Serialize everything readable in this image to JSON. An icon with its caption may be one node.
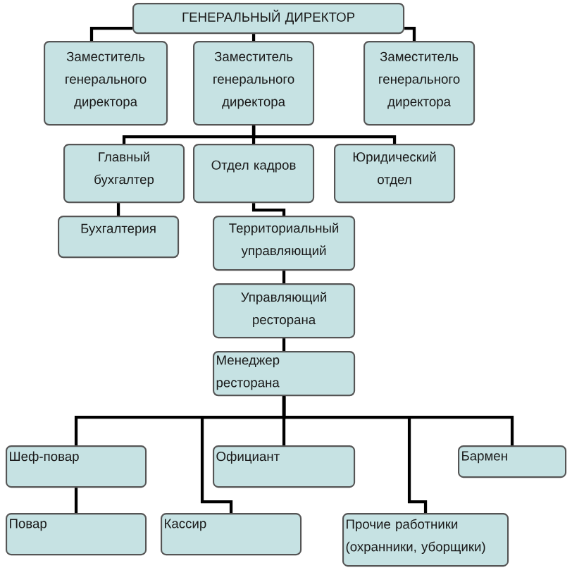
{
  "diagram": {
    "nodes": [
      {
        "text": [
          "ГЕНЕРАЛЬНЫЙ ДИРЕКТОР"
        ]
      },
      {
        "text": [
          "Заместитель генерального директора"
        ]
      },
      {
        "text": [
          "Заместитель генерального директора"
        ]
      },
      {
        "text": [
          "Заместитель генерального директора"
        ]
      },
      {
        "text": [
          "Главный бухгалтер"
        ]
      },
      {
        "text": [
          "Отдел кадров"
        ]
      },
      {
        "text": [
          "Юридический отдел"
        ]
      },
      {
        "text": [
          "Бухгалтерия"
        ]
      },
      {
        "text": [
          "Территориальный управляющий"
        ]
      },
      {
        "text": [
          "Управляющий ресторана"
        ]
      },
      {
        "text": [
          "Менеджер ресторана"
        ]
      },
      {
        "text": [
          "Шеф-повар"
        ]
      },
      {
        "text": [
          "Официант"
        ]
      },
      {
        "text": [
          "Бармен"
        ]
      },
      {
        "text": [
          "Повар"
        ]
      },
      {
        "text": [
          "Кассир"
        ]
      },
      {
        "text": [
          "Прочие работники (охранники, уборщики)"
        ]
      }
    ],
    "edges": [
      {
        "from": 0,
        "to": 1,
        "arrow": "none"
      },
      {
        "from": 0,
        "to": 2,
        "arrow": "none"
      },
      {
        "from": 0,
        "to": 3,
        "arrow": "none"
      },
      {
        "from": 2,
        "to": 4,
        "arrow": "none"
      },
      {
        "from": 2,
        "to": 5,
        "arrow": "none"
      },
      {
        "from": 2,
        "to": 6,
        "arrow": "none"
      },
      {
        "from": 4,
        "to": 7,
        "arrow": "none"
      },
      {
        "from": 5,
        "to": 8,
        "arrow": "none"
      },
      {
        "from": 8,
        "to": 9,
        "arrow": "none"
      },
      {
        "from": 9,
        "to": 10,
        "arrow": "none"
      },
      {
        "from": 10,
        "to": 11,
        "arrow": "none"
      },
      {
        "from": 10,
        "to": 12,
        "arrow": "none"
      },
      {
        "from": 10,
        "to": 13,
        "arrow": "none"
      },
      {
        "from": 10,
        "to": 15,
        "arrow": "none"
      },
      {
        "from": 10,
        "to": 16,
        "arrow": "none"
      },
      {
        "from": 11,
        "to": 14,
        "arrow": "none"
      }
    ]
  }
}
